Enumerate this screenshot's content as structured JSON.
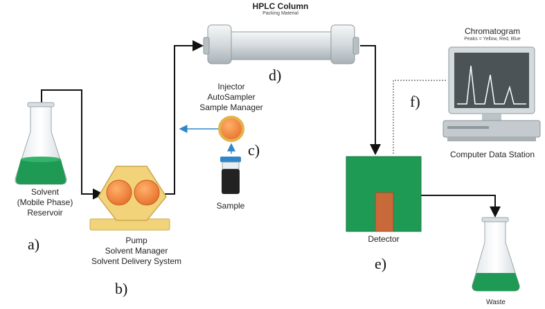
{
  "column": {
    "title": "HPLC Column",
    "subtitle": "Packing Material"
  },
  "chromatogram": {
    "title": "Chromatogram",
    "subtitle": "Peaks = Yellow, Red, Blue"
  },
  "components": {
    "reservoir": [
      "Solvent",
      "(Mobile Phase)",
      "Reservoir"
    ],
    "pump": [
      "Pump",
      "Solvent Manager",
      "Solvent Delivery System"
    ],
    "injector": [
      "Injector",
      "AutoSampler",
      "Sample Manager"
    ],
    "sample": "Sample",
    "detector": "Detector",
    "computer": "Computer Data Station",
    "waste": "Waste"
  },
  "letters": {
    "a": "a)",
    "b": "b)",
    "c": "c)",
    "d": "d)",
    "e": "e)",
    "f": "f)"
  },
  "colors": {
    "solvent_green": "#1f9a55",
    "pump_yellow": "#f2d37a",
    "pump_orange": "#f08a3c",
    "detector_green": "#1f9a55",
    "detector_cell": "#c8693a",
    "flow_line": "#111111",
    "injection_line": "#2f86c9",
    "data_line": "#999999"
  }
}
